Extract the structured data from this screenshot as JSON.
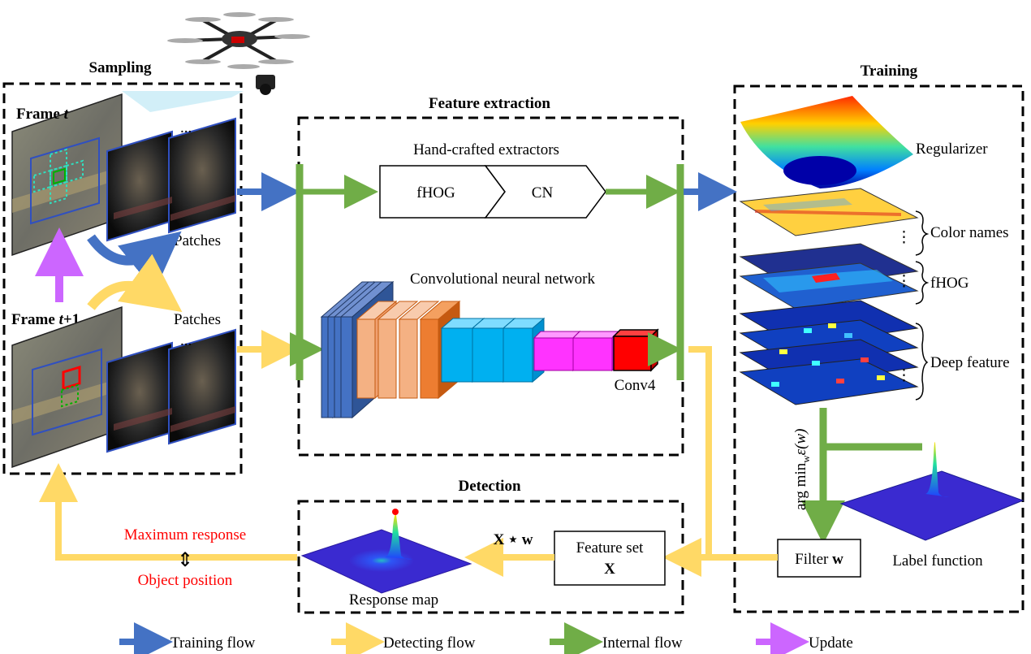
{
  "sections": {
    "sampling": "Sampling",
    "feature_extraction": "Feature extraction",
    "training": "Training",
    "detection": "Detection"
  },
  "sampling": {
    "frame_t_prefix": "Frame ",
    "frame_t_var": "t",
    "frame_t1_prefix": "Frame ",
    "frame_t1_var": "t",
    "frame_t1_suffix": "+1",
    "patches_top": "Patches",
    "patches_bottom": "Patches",
    "ellipsis": "..."
  },
  "feature_extraction": {
    "handcrafted_title": "Hand-crafted extractors",
    "fhog": "fHOG",
    "cn": "CN",
    "cnn_title": "Convolutional neural network",
    "conv4": "Conv4"
  },
  "training": {
    "regularizer": "Regularizer",
    "color_names": "Color names",
    "fhog": "fHOG",
    "deep_feature": "Deep feature",
    "argmin": "arg min",
    "argmin_sub": "w",
    "argmin_expr": "ε(w)",
    "filter_label": "Filter ",
    "filter_var": "w",
    "label_function": "Label function",
    "vdots": "⋮"
  },
  "detection": {
    "feature_set_line1": "Feature set",
    "feature_set_line2": "X",
    "conv_op": "X ⋆ w",
    "response_map": "Response map",
    "maximum_response": "Maximum response",
    "object_position": "Object position",
    "double_arrow": "⇕"
  },
  "legend": [
    {
      "label": "Training  flow",
      "color": "#4472c4"
    },
    {
      "label": "Detecting  flow",
      "color": "#ffd966"
    },
    {
      "label": "Internal  flow",
      "color": "#70ad47"
    },
    {
      "label": "Update",
      "color": "#cc66ff"
    }
  ],
  "colors": {
    "training": "#4472c4",
    "detecting": "#ffd966",
    "internal": "#70ad47",
    "update": "#cc66ff",
    "highlight_red": "#ff0000"
  }
}
